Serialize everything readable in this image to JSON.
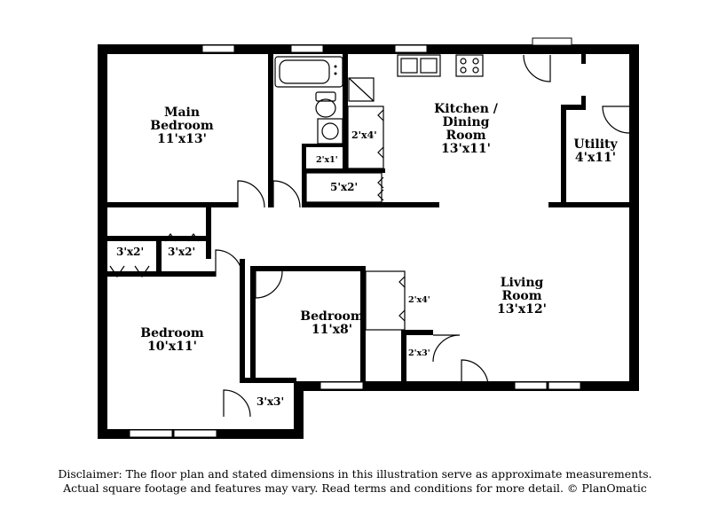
{
  "rooms": {
    "main_bedroom": {
      "name": "Main\nBedroom",
      "line1": "Main",
      "line2": "Bedroom",
      "dims": "11'x13'"
    },
    "kitchen": {
      "line1": "Kitchen /",
      "line2": "Dining",
      "line3": "Room",
      "dims": "13'x11'"
    },
    "utility": {
      "name": "Utility",
      "dims": "4'x11'"
    },
    "living": {
      "line1": "Living",
      "line2": "Room",
      "dims": "13'x12'"
    },
    "bedroom_left": {
      "name": "Bedroom",
      "dims": "10'x11'"
    },
    "bedroom_center": {
      "name": "Bedroom",
      "dims": "11'x8'"
    }
  },
  "closets": {
    "c1": "3'x2'",
    "c2": "3'x2'",
    "c3": "3'x3'",
    "c4": "2'x4'",
    "c5": "2'x1'",
    "c6": "5'x2'",
    "c7": "2'x4'",
    "c8": "2'x3'"
  },
  "disclaimer": {
    "line1": "Disclaimer: The floor plan and stated dimensions in this illustration serve as approximate measurements.",
    "line2": "Actual square footage and features may vary. Read terms and conditions for more detail. © PlanOmatic"
  }
}
